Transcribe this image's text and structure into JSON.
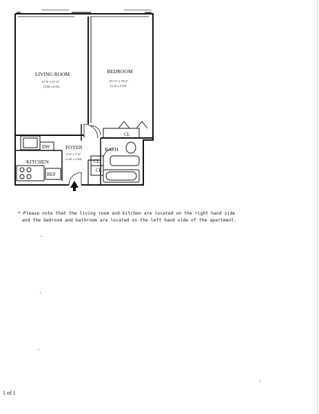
{
  "plan": {
    "rooms": {
      "living_room": {
        "name": "LIVING ROOM",
        "dim_ft": "12'-8\" x 21'-6\"",
        "dim_m": "(3.90 x 6.55)"
      },
      "bedroom": {
        "name": "BEDROOM",
        "dim_ft": "10'-11\" x 18'-4\"",
        "dim_m": "(3.32 x 5.59)"
      },
      "foyer": {
        "name": "FOYER",
        "dim_ft": "4'-8\" x 7'-6\"",
        "dim_m": "(1.42 x 2.29)"
      },
      "kitchen": {
        "name": "KITCHEN"
      },
      "bath": {
        "name": "BATH"
      }
    },
    "fixtures": {
      "dw": "DW",
      "ref": "REF",
      "cl_bedroom": "CL",
      "cl_foyer_1": "CL",
      "cl_foyer_2": "CL"
    }
  },
  "note": {
    "line1": "* Please note that the living room and kitchen are located on the right hand side",
    "line2": "and the bedroom and bathroom are located on the left hand side of the apartment."
  },
  "page": {
    "label": "1 of 1"
  }
}
